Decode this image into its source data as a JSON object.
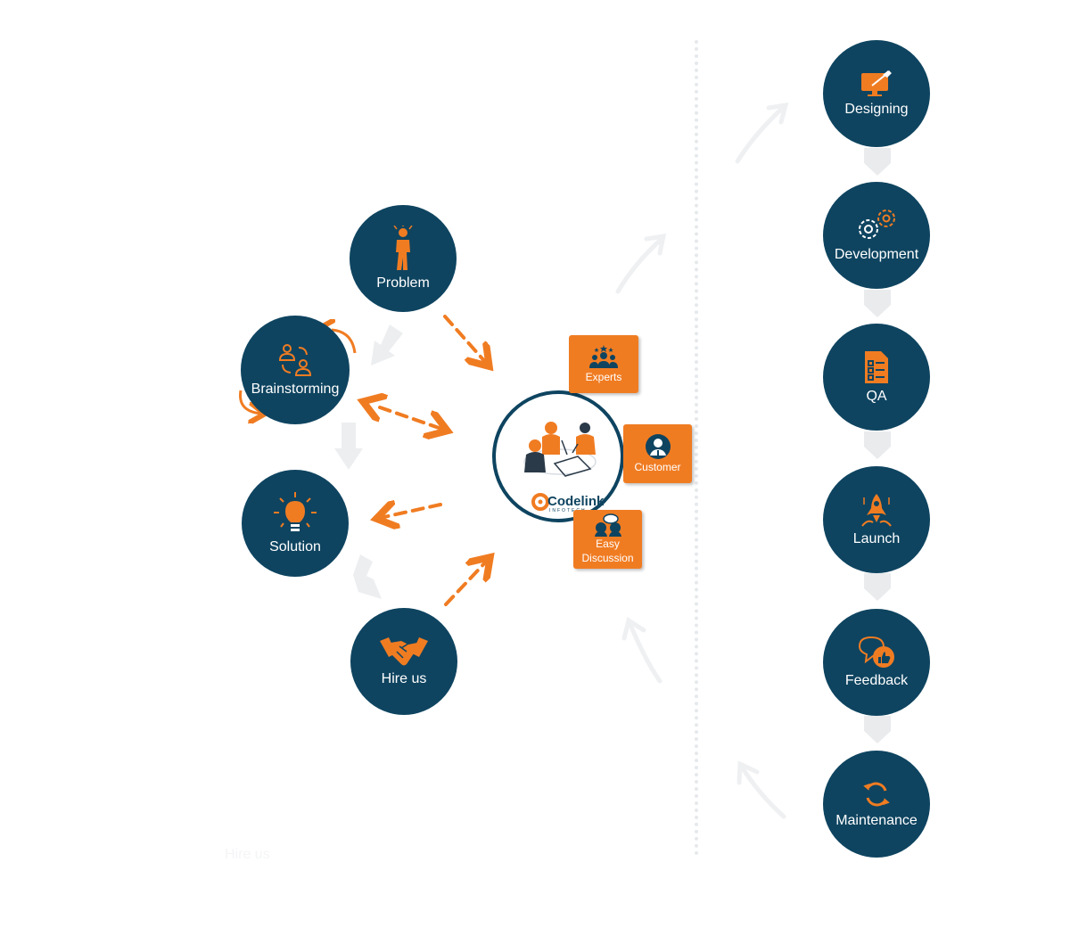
{
  "left_cycle": {
    "problem": {
      "label": "Problem",
      "icon": "stressed-person-icon"
    },
    "brainstorming": {
      "label": "Brainstorming",
      "icon": "people-exchange-icon"
    },
    "solution": {
      "label": "Solution",
      "icon": "lightbulb-icon"
    },
    "hire_us": {
      "label": "Hire us",
      "icon": "handshake-icon"
    }
  },
  "center": {
    "brand": "Codelink",
    "brand_sub": "INFOTECH",
    "cards": {
      "experts": {
        "label": "Experts",
        "icon": "team-stars-icon"
      },
      "customer": {
        "label": "Customer",
        "icon": "customer-avatar-icon"
      },
      "discussion": {
        "label_line1": "Easy",
        "label_line2": "Discussion",
        "icon": "chat-heads-icon"
      }
    }
  },
  "process_steps": [
    {
      "label": "Designing",
      "icon": "monitor-pen-icon"
    },
    {
      "label": "Development",
      "icon": "gears-icon"
    },
    {
      "label": "QA",
      "icon": "checklist-icon"
    },
    {
      "label": "Launch",
      "icon": "rocket-icon"
    },
    {
      "label": "Feedback",
      "icon": "thumbs-up-chat-icon"
    },
    {
      "label": "Maintenance",
      "icon": "refresh-icon"
    }
  ],
  "ghost_text": "Hire us",
  "colors": {
    "navy": "#0e4460",
    "orange": "#f07c22",
    "light_gray_arrow": "#eef0f2",
    "gray_arrow": "#e9ebed"
  }
}
